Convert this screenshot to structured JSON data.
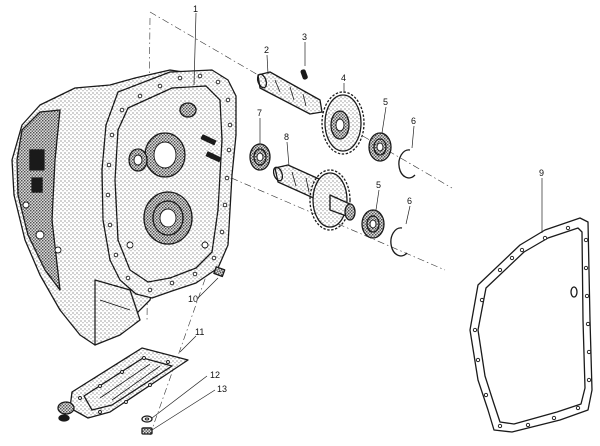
{
  "callouts": [
    {
      "id": "1",
      "label": "1"
    },
    {
      "id": "2",
      "label": "2"
    },
    {
      "id": "3",
      "label": "3"
    },
    {
      "id": "4",
      "label": "4"
    },
    {
      "id": "5a",
      "label": "5"
    },
    {
      "id": "6a",
      "label": "6"
    },
    {
      "id": "7",
      "label": "7"
    },
    {
      "id": "8",
      "label": "8"
    },
    {
      "id": "5b",
      "label": "5"
    },
    {
      "id": "6b",
      "label": "6"
    },
    {
      "id": "9",
      "label": "9"
    },
    {
      "id": "10",
      "label": "10"
    },
    {
      "id": "11",
      "label": "11"
    },
    {
      "id": "12",
      "label": "12"
    },
    {
      "id": "13",
      "label": "13"
    }
  ],
  "colors": {
    "ink": "#1a1a1a",
    "background": "#ffffff"
  }
}
